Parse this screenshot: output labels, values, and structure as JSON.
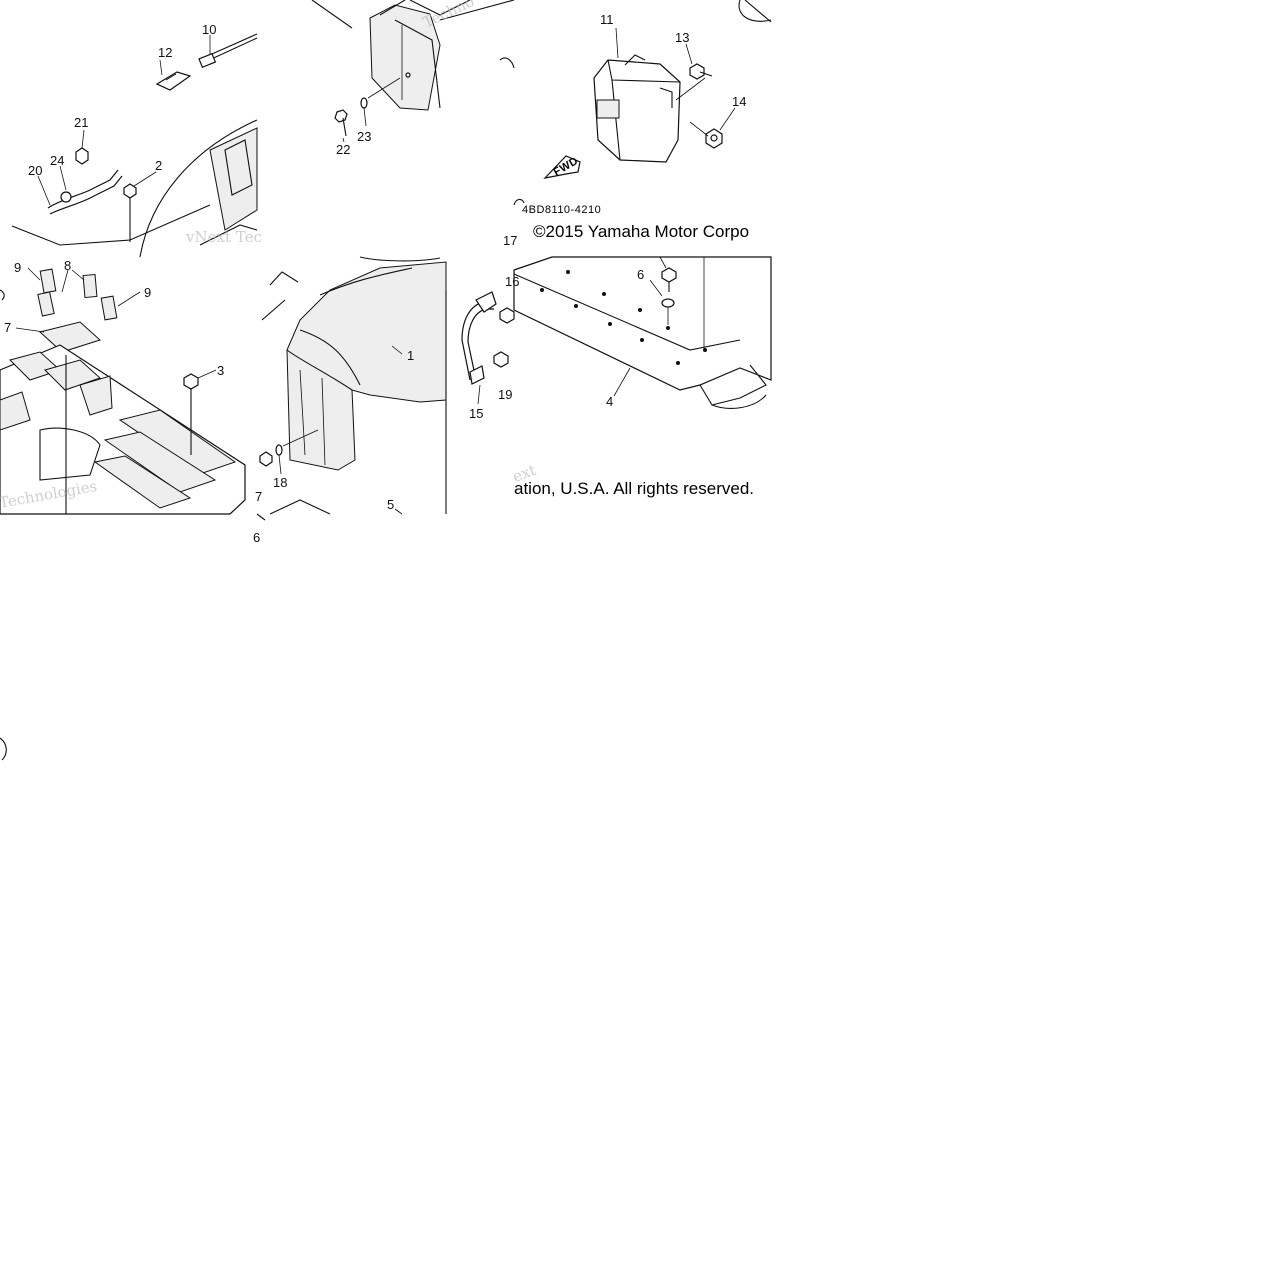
{
  "diagram": {
    "callouts": [
      "1",
      "2",
      "3",
      "4",
      "5",
      "6",
      "7",
      "8",
      "9",
      "9",
      "10",
      "11",
      "12",
      "13",
      "14",
      "15",
      "16",
      "17",
      "18",
      "19",
      "20",
      "21",
      "22",
      "23",
      "24",
      "7",
      "6"
    ],
    "part_code": "4BD8110-4210",
    "fwd_label": "FWD",
    "copyright_top": "©2015 Yamaha Motor Corpo",
    "copyright_bottom": "ation, U.S.A. All rights reserved.",
    "watermarks": [
      "Techno",
      "vNext Tec",
      "Technologies",
      "ext"
    ]
  }
}
